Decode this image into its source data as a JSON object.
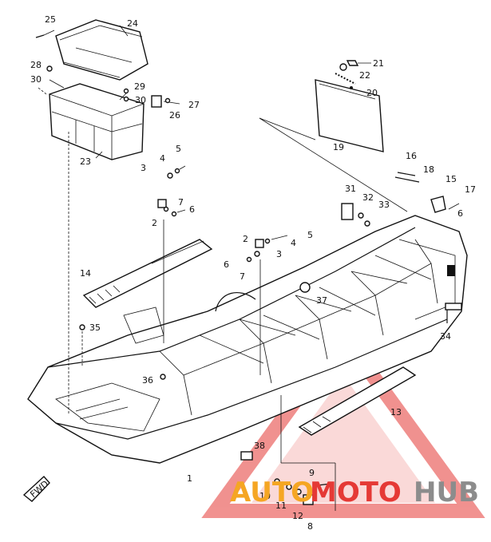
{
  "callouts": [
    {
      "id": "c1",
      "text": "1"
    },
    {
      "id": "c2a",
      "text": "2"
    },
    {
      "id": "c2b",
      "text": "2"
    },
    {
      "id": "c3a",
      "text": "3"
    },
    {
      "id": "c3b",
      "text": "3"
    },
    {
      "id": "c4a",
      "text": "4"
    },
    {
      "id": "c4b",
      "text": "4"
    },
    {
      "id": "c5a",
      "text": "5"
    },
    {
      "id": "c5b",
      "text": "5"
    },
    {
      "id": "c6a",
      "text": "6"
    },
    {
      "id": "c6b",
      "text": "6"
    },
    {
      "id": "c6c",
      "text": "6"
    },
    {
      "id": "c7a",
      "text": "7"
    },
    {
      "id": "c7b",
      "text": "7"
    },
    {
      "id": "c8",
      "text": "8"
    },
    {
      "id": "c9",
      "text": "9"
    },
    {
      "id": "c10",
      "text": "10"
    },
    {
      "id": "c11",
      "text": "11"
    },
    {
      "id": "c12",
      "text": "12"
    },
    {
      "id": "c13",
      "text": "13"
    },
    {
      "id": "c14",
      "text": "14"
    },
    {
      "id": "c15",
      "text": "15"
    },
    {
      "id": "c16",
      "text": "16"
    },
    {
      "id": "c17",
      "text": "17"
    },
    {
      "id": "c18",
      "text": "18"
    },
    {
      "id": "c19",
      "text": "19"
    },
    {
      "id": "c20",
      "text": "20"
    },
    {
      "id": "c21",
      "text": "21"
    },
    {
      "id": "c22",
      "text": "22"
    },
    {
      "id": "c23",
      "text": "23"
    },
    {
      "id": "c24",
      "text": "24"
    },
    {
      "id": "c25",
      "text": "25"
    },
    {
      "id": "c26",
      "text": "26"
    },
    {
      "id": "c27",
      "text": "27"
    },
    {
      "id": "c28",
      "text": "28"
    },
    {
      "id": "c29",
      "text": "29"
    },
    {
      "id": "c30a",
      "text": "30"
    },
    {
      "id": "c30b",
      "text": "30"
    },
    {
      "id": "c31",
      "text": "31"
    },
    {
      "id": "c32",
      "text": "32"
    },
    {
      "id": "c33",
      "text": "33"
    },
    {
      "id": "c34",
      "text": "34"
    },
    {
      "id": "c35",
      "text": "35"
    },
    {
      "id": "c36",
      "text": "36"
    },
    {
      "id": "c37",
      "text": "37"
    },
    {
      "id": "c38",
      "text": "38"
    }
  ],
  "direction_marker": "FWD",
  "watermark": {
    "text_part1": "AUTO",
    "text_part2": "MOTO",
    "text_part3": "HUB",
    "color_orange": "#f5a623",
    "color_red": "#e53935",
    "color_gray": "#8c8c8c"
  }
}
